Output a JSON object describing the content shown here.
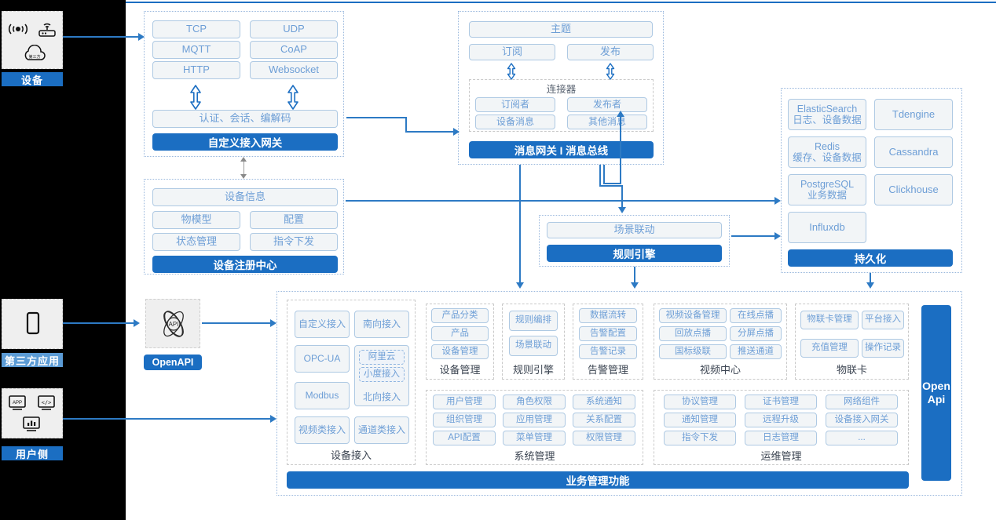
{
  "meta": {
    "colors": {
      "accent_blue": "#1b6ec2",
      "chip_border": "#aec9e3",
      "chip_text": "#6d9ed6",
      "chip_bg": "#f2f5f7",
      "group_dash": "#7da7d9",
      "rail_bg": "#000000",
      "actor_icon_bg": "#efefef",
      "light_blue_label": "#5b9bd5",
      "caption_text": "#3c4552"
    }
  },
  "left_rail": {
    "actors": [
      {
        "id": "device",
        "label": "设备",
        "label_style": "blue",
        "icons": [
          "wifi-signal-icon",
          "router-icon",
          "cloud-icon"
        ]
      },
      {
        "id": "third-party-app",
        "label": "第三方应用",
        "label_style": "lightblue",
        "icons": [
          "mobile-phone-icon"
        ]
      },
      {
        "id": "user-side",
        "label": "用户侧",
        "label_style": "blue",
        "icons": [
          "app-window-icon",
          "code-window-icon",
          "dashboard-window-icon"
        ]
      }
    ]
  },
  "access_gateway": {
    "protocols": [
      "TCP",
      "UDP",
      "MQTT",
      "CoAP",
      "HTTP",
      "Websocket"
    ],
    "middle": "认证、会话、编解码",
    "bar": "自定义接入网关"
  },
  "message_bus": {
    "topic": "主题",
    "subscribe": "订阅",
    "publish": "发布",
    "connector_title": "连接器",
    "connector_items": [
      "订阅者",
      "发布者",
      "设备消息",
      "其他消息"
    ],
    "bar": "消息网关 I 消息总线"
  },
  "device_registry": {
    "header": "设备信息",
    "items": [
      "物模型",
      "配置",
      "状态管理",
      "指令下发"
    ],
    "bar": "设备注册中心"
  },
  "rule_engine": {
    "item": "场景联动",
    "bar": "规则引擎"
  },
  "persistence": {
    "stores": [
      {
        "name": "ElasticSearch",
        "sub": "日志、设备数据"
      },
      {
        "name": "Tdengine",
        "sub": ""
      },
      {
        "name": "Redis",
        "sub": "缓存、设备数据"
      },
      {
        "name": "Cassandra",
        "sub": ""
      },
      {
        "name": "PostgreSQL",
        "sub": "业务数据"
      },
      {
        "name": "Clickhouse",
        "sub": ""
      },
      {
        "name": "Influxdb",
        "sub": ""
      }
    ],
    "bar": "持久化"
  },
  "openapi_node": {
    "icon": "api-atom-icon",
    "label": "OpenAPI"
  },
  "openapi_bar": {
    "line1": "Open",
    "line2": "Api"
  },
  "business": {
    "bar": "业务管理功能",
    "columns": [
      {
        "caption": "设备接入",
        "chips": [
          "自定义接入",
          "南向接入",
          "OPC-UA",
          "Modbus",
          "视频类接入",
          "通道类接入"
        ],
        "nested": {
          "box_items": [
            "阿里云",
            "小度接入"
          ],
          "footer": "北向接入"
        }
      },
      {
        "caption": "设备管理",
        "chips": [
          "产品分类",
          "产品",
          "设备管理"
        ]
      },
      {
        "caption": "规则引擎",
        "chips": [
          "规则编排",
          "场景联动"
        ]
      },
      {
        "caption": "告警管理",
        "chips": [
          "数据流转",
          "告警配置",
          "告警记录"
        ]
      },
      {
        "caption": "视频中心",
        "chips": [
          "视频设备管理",
          "在线点播",
          "回放点播",
          "分屏点播",
          "国标级联",
          "推送通道"
        ]
      },
      {
        "caption": "物联卡",
        "chips": [
          "物联卡管理",
          "平台接入",
          "充值管理",
          "操作记录"
        ]
      },
      {
        "caption": "系统管理",
        "chips": [
          "用户管理",
          "角色权限",
          "系统通知",
          "组织管理",
          "应用管理",
          "关系配置",
          "API配置",
          "菜单管理",
          "权限管理"
        ]
      },
      {
        "caption": "运维管理",
        "chips": [
          "协议管理",
          "证书管理",
          "网络组件",
          "通知管理",
          "远程升级",
          "设备接入网关",
          "指令下发",
          "日志管理",
          "..."
        ]
      }
    ]
  }
}
